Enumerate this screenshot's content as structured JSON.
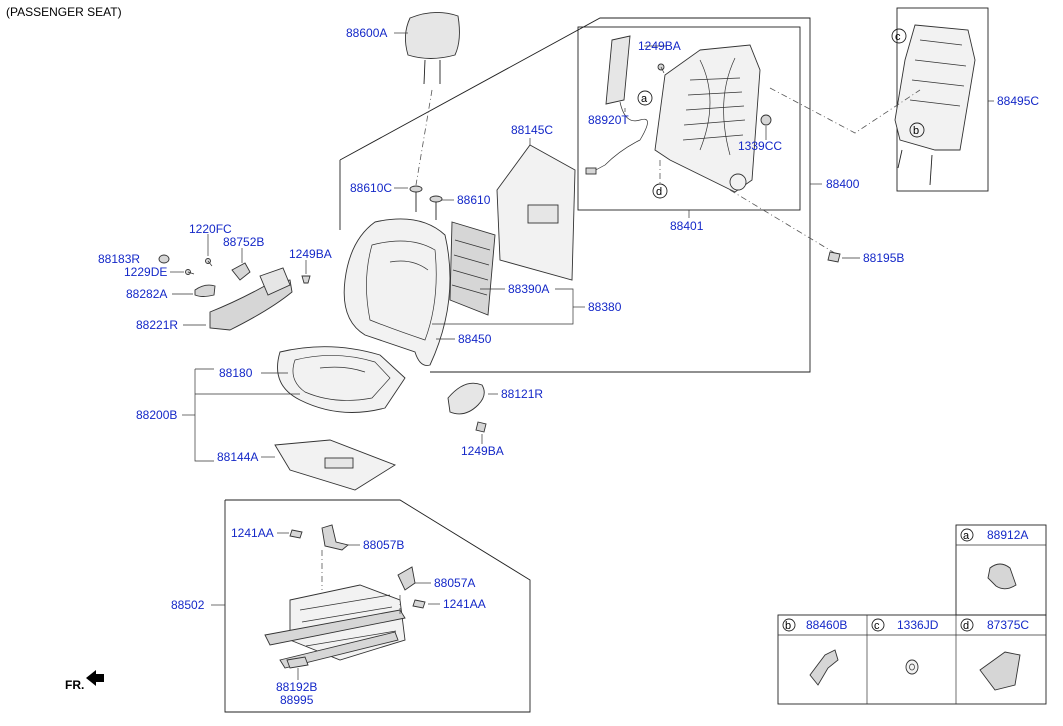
{
  "header": {
    "title": "(PASSENGER SEAT)"
  },
  "labels": {
    "p88600A": "88600A",
    "p1249BA_top": "1249BA",
    "p88920T": "88920T",
    "p1339CC": "1339CC",
    "p88145C": "88145C",
    "p88400": "88400",
    "p88401": "88401",
    "p88495C": "88495C",
    "p88610C": "88610C",
    "p88610": "88610",
    "p88195B": "88195B",
    "p1220FC": "1220FC",
    "p88752B": "88752B",
    "p88183R": "88183R",
    "p1229DE": "1229DE",
    "p1249BA_left": "1249BA",
    "p88282A": "88282A",
    "p88221R": "88221R",
    "p88390A": "88390A",
    "p88380": "88380",
    "p88450": "88450",
    "p88180": "88180",
    "p88200B": "88200B",
    "p88121R": "88121R",
    "p1249BA_low": "1249BA",
    "p88144A": "88144A",
    "p1241AA_a": "1241AA",
    "p88057B": "88057B",
    "p88057A": "88057A",
    "p1241AA_b": "1241AA",
    "p88502": "88502",
    "p88192B": "88192B",
    "p88995": "88995",
    "fr": "FR."
  },
  "callouts": {
    "a": "a",
    "b": "b",
    "c": "c",
    "d": "d"
  },
  "legend": {
    "a": {
      "letter": "a",
      "part": "88912A"
    },
    "b": {
      "letter": "b",
      "part": "88460B"
    },
    "c": {
      "letter": "c",
      "part": "1336JD"
    },
    "d": {
      "letter": "d",
      "part": "87375C"
    }
  },
  "colors": {
    "part_number": "#1428c8",
    "outline": "#222222",
    "background": "#ffffff"
  }
}
